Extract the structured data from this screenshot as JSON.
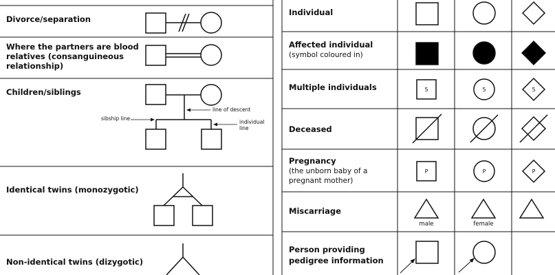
{
  "left_rows": [
    {
      "label": "Divorce/separation"
    },
    {
      "label": [
        "Where the partners are blood",
        "relatives (consanguineous",
        "relationship)"
      ]
    },
    {
      "label": "Children/siblings",
      "annotations": {
        "line_of_descent": "line of descent",
        "sibship_line": "sibship line",
        "individual_line": [
          "individual",
          "line"
        ]
      }
    },
    {
      "label": "Identical twins (monozygotic)"
    },
    {
      "label": "Non-identical twins (dizygotic)"
    }
  ],
  "right_rows": [
    {
      "label": "Individual",
      "sub": []
    },
    {
      "label": "Affected individual",
      "sub": [
        "(symbol coloured in)"
      ]
    },
    {
      "label": "Multiple individuals",
      "sub": [],
      "symbol_text": "5"
    },
    {
      "label": "Deceased",
      "sub": []
    },
    {
      "label": "Pregnancy",
      "sub": [
        "(the unborn baby of a",
        "pregnant mother)"
      ],
      "symbol_text": "P"
    },
    {
      "label": "Miscarriage",
      "sub": [],
      "captions": [
        "male",
        "female"
      ]
    },
    {
      "label": [
        "Person providing",
        "pedigree information"
      ],
      "sub": []
    }
  ]
}
